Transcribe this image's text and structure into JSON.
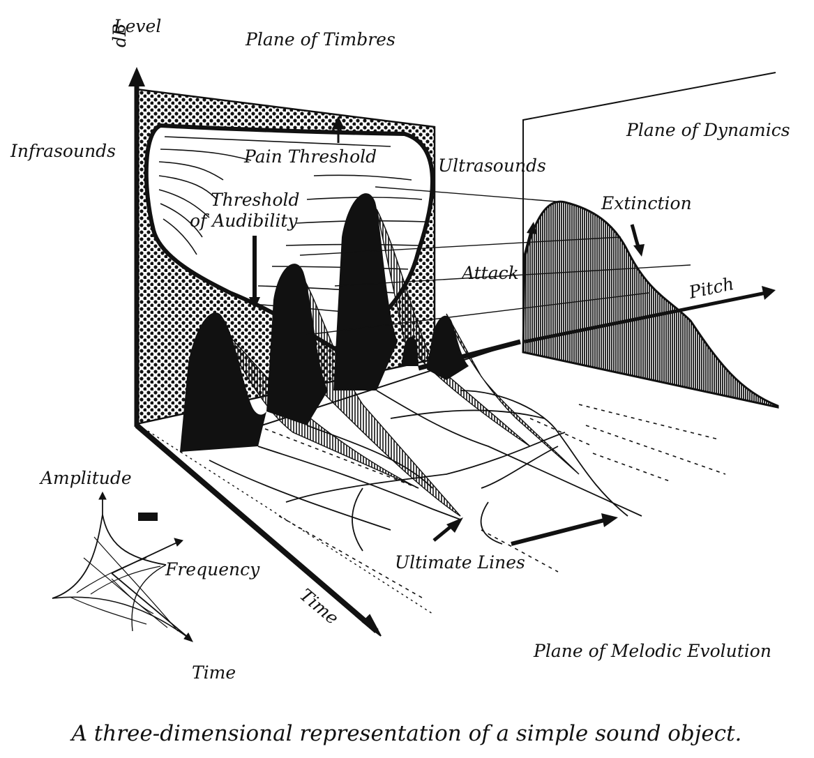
{
  "labels": {
    "level": "Level",
    "db": "dB",
    "plane_timbres": "Plane of Timbres",
    "infrasounds": "Infrasounds",
    "pain_threshold": "Pain Threshold",
    "ultrasounds": "Ultrasounds",
    "threshold_line1": "Threshold",
    "threshold_line2": "of Audibility",
    "plane_dynamics": "Plane of Dynamics",
    "extinction": "Extinction",
    "attack": "Attack",
    "pitch": "Pitch",
    "amplitude": "Amplitude",
    "frequency": "Frequency",
    "time_inset": "Time",
    "time_main": "Time",
    "ultimate_lines": "Ultimate Lines",
    "plane_melodic": "Plane of Melodic Evolution"
  },
  "caption": "A three-dimensional representation of a simple sound object."
}
